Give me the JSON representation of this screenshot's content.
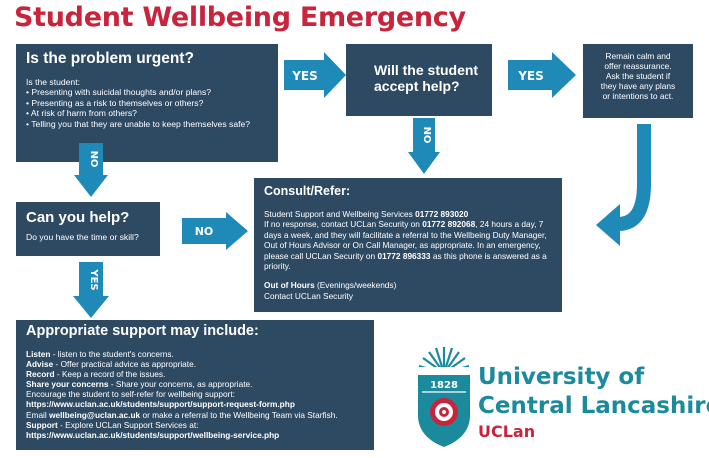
{
  "page": {
    "title": "Student Wellbeing Emergency"
  },
  "urgent": {
    "heading": "Is the problem urgent?",
    "intro": "Is the student:",
    "items": [
      "• Presenting with suicidal thoughts and/or plans?",
      "• Presenting as a risk to themselves or others?",
      "• At risk of harm from others?",
      "• Telling you that they are unable to keep themselves safe?"
    ]
  },
  "accept": {
    "heading_1": "Will the student",
    "heading_2": "accept help?"
  },
  "calm": {
    "lines": [
      "Remain calm and",
      "offer reassurance.",
      "Ask the student if",
      "they have any plans",
      "or intentions to act."
    ]
  },
  "canhelp": {
    "heading": "Can you help?",
    "sub": "Do you have the time or skill?"
  },
  "consult": {
    "heading": "Consult/Refer:",
    "p1_a": "Student Support and Wellbeing Services ",
    "p1_b": "01772 893020",
    "p2_a": "If no response, contact UCLan Security on ",
    "p2_b": "01772 892068",
    "p2_c": ", 24 hours a day, 7 days a week, and they will facilitate a referral to the Wellbeing Duty Manager, Out of Hours Advisor or On Call Manager, as appropriate. In an emergency, please call UCLan Security on ",
    "p2_d": "01772 896333",
    "p2_e": " as this phone is answered as a priority.",
    "ooh_a": "Out of Hours",
    "ooh_b": " (Evenings/weekends)",
    "ooh_c": "Contact UCLan Security"
  },
  "support": {
    "heading": "Appropriate support may include:",
    "listen_b": "Listen",
    "listen_t": " - listen to the student's concerns.",
    "advise_b": "Advise",
    "advise_t": " - Offer practical advice as appropriate.",
    "record_b": "Record",
    "record_t": " - Keep a record of the issues.",
    "share_b": "Share your concerns",
    "share_t": " - Share your concerns, as appropriate.",
    "encourage": "Encourage the student to self-refer for wellbeing support:",
    "url1": "https://www.uclan.ac.uk/students/support/support-request-form.php",
    "email_a": "Email ",
    "email_b": "wellbeing@uclan.ac.uk",
    "email_c": " or make a referral to the Wellbeing Team via Starfish.",
    "support_b": "Support",
    "support_t": " - Explore UCLan Support Services at:",
    "url2": "https://www.uclan.ac.uk/students/support/wellbeing-service.php"
  },
  "arrows": {
    "yes": "YES",
    "no": "NO"
  },
  "logo": {
    "year": "1828",
    "line1": "University of",
    "line2": "Central Lancashire",
    "line3": "UCLan"
  },
  "colors": {
    "box": "#2e4a63",
    "arrow": "#1f8ab8",
    "title": "#c8253d",
    "logo_teal": "#1a8a9c"
  }
}
